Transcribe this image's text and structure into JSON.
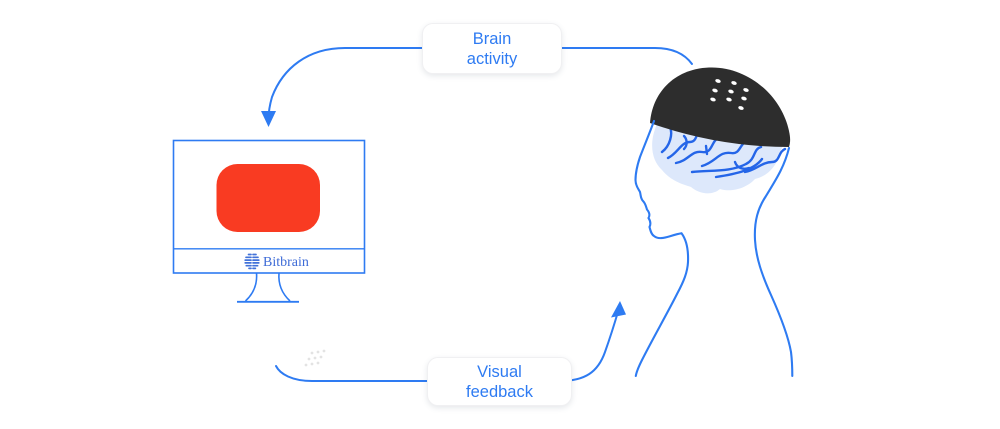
{
  "diagram": {
    "labels": {
      "brain_activity": {
        "line1": "Brain",
        "line2": "activity"
      },
      "visual_feedback": {
        "line1": "Visual",
        "line2": "feedback"
      }
    },
    "arrows": [
      {
        "label": "Brain activity",
        "from": "head",
        "to": "monitor",
        "direction": "head-to-screen"
      },
      {
        "label": "Visual feedback",
        "from": "monitor",
        "to": "head",
        "direction": "screen-to-head"
      }
    ]
  },
  "monitor": {
    "brand": "Bitbrain"
  },
  "icons": {
    "bitbrain_logo_icon": "striped-brain",
    "eeg_cap_icon": "dark-dome-with-electrode-dots",
    "arrowheads": [
      "arrow-down",
      "arrow-up"
    ]
  },
  "colors": {
    "accent_blue": "#2e7bf2",
    "label_text_blue": "#2e7bf2",
    "screen_red": "#f93b22",
    "cap_dark": "#2d2d2d",
    "brain_line_blue": "#2465e8",
    "brain_fill_light": "#dde8fb",
    "logo_blue": "#3d6bd7",
    "decorative_dot_gray": "#e3e3e3"
  }
}
